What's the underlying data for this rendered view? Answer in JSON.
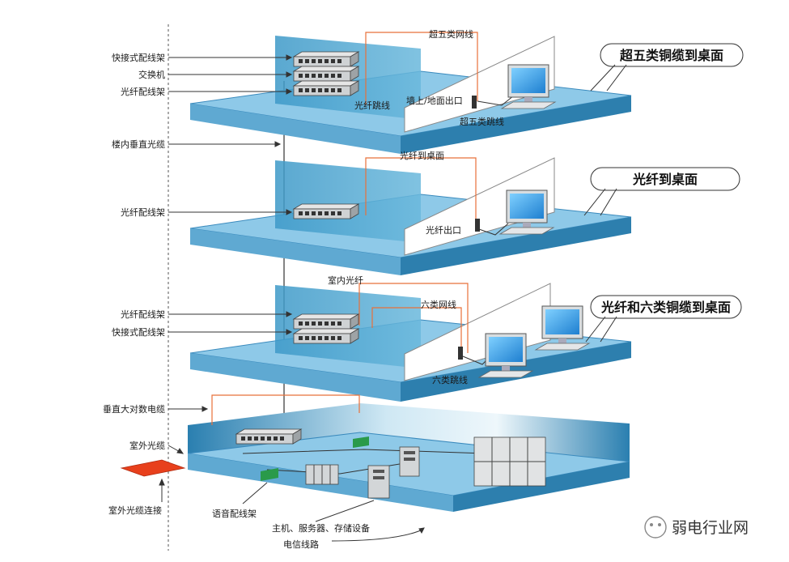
{
  "left_labels": {
    "quick_patch_panel_top": "快接式配线架",
    "switch": "交换机",
    "fiber_panel_top": "光纤配线架",
    "vertical_fiber": "楼内垂直光缆",
    "fiber_panel_f2": "光纤配线架",
    "fiber_panel_f3": "光纤配线架",
    "quick_patch_panel_f3": "快接式配线架",
    "vertical_copper": "垂直大对数电缆",
    "outdoor_fiber": "室外光缆",
    "outdoor_fiber_conn": "室外光缆连接"
  },
  "floor1": {
    "cat5e_cable": "超五类网线",
    "fiber_jumper": "光纤跳线",
    "wall_outlet": "墙上/地面出口",
    "cat5e_jumper": "超五类跳线",
    "callout": "超五类铜缆到桌面"
  },
  "floor2": {
    "fiber_to_desk": "光纤到桌面",
    "fiber_outlet": "光纤出口",
    "callout": "光纤到桌面"
  },
  "floor3": {
    "indoor_fiber": "室内光纤",
    "cat6_cable": "六类网线",
    "cat6_jumper": "六类跳线",
    "callout": "光纤和六类铜缆到桌面"
  },
  "basement": {
    "voice_panel": "语音配线架",
    "servers": "主机、服务器、存储设备",
    "telecom_line": "电信线路"
  },
  "watermark": "弱电行业网",
  "colors": {
    "floor_top": "#8ec9e8",
    "floor_side": "#2d7fae",
    "wall_blue": "#4aa3cf",
    "fiber_orange": "#e8703a",
    "outdoor_red": "#e8401c"
  }
}
